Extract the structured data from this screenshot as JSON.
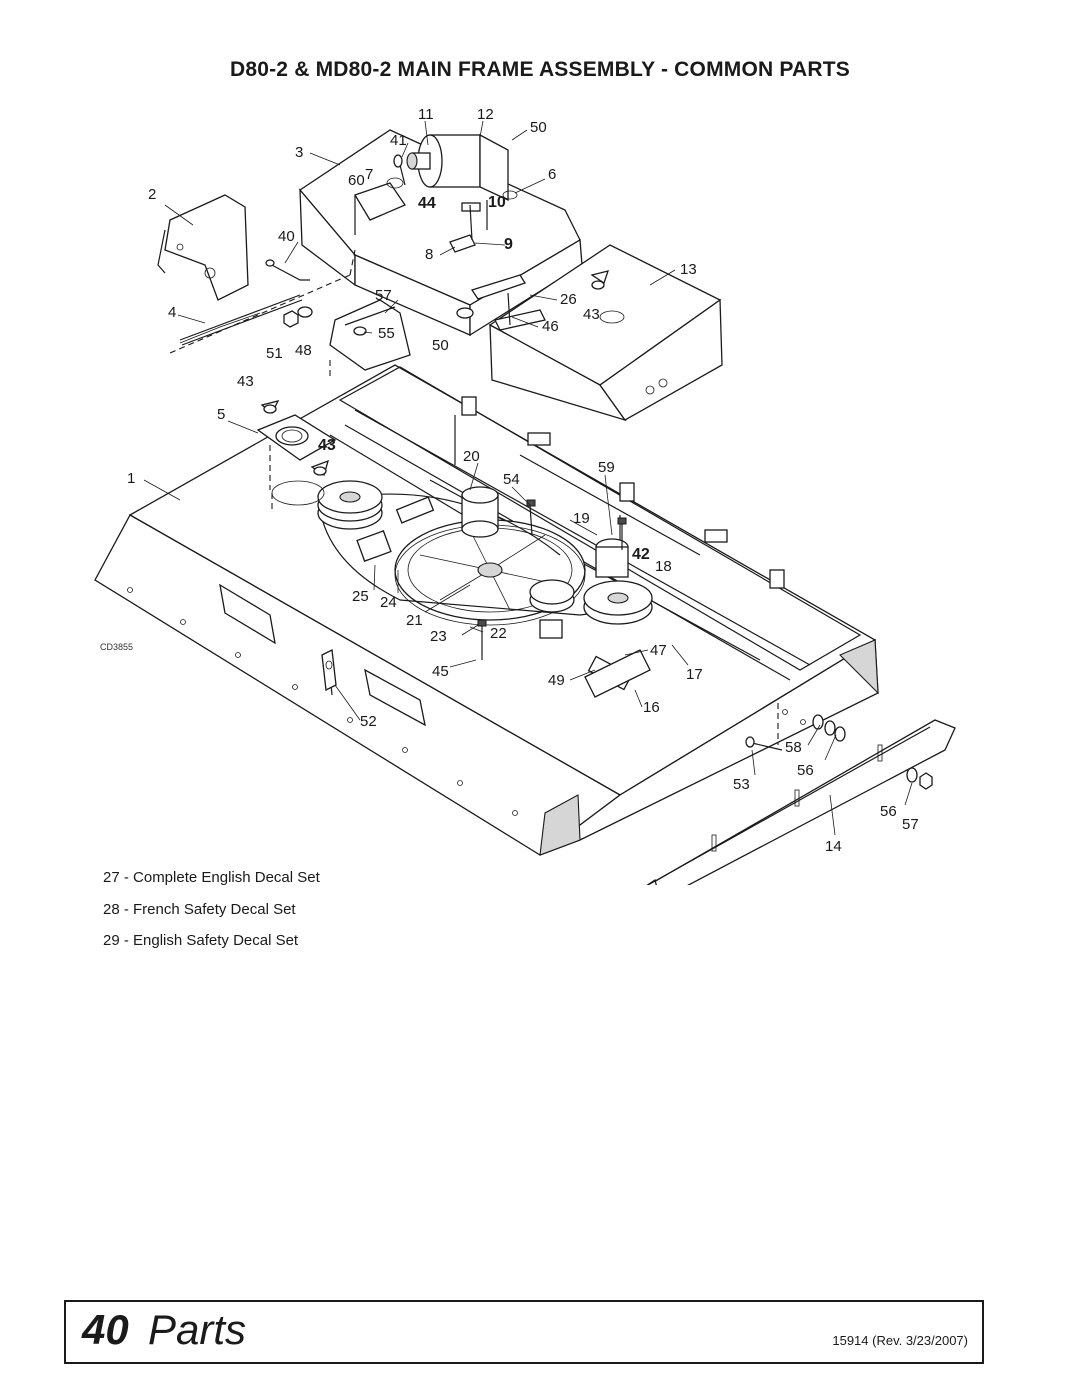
{
  "page": {
    "title": "D80-2 & MD80-2 MAIN FRAME ASSEMBLY - COMMON PARTS"
  },
  "diagram": {
    "drawing_code": "CD3855",
    "callouts": [
      "11",
      "12",
      "50",
      "41",
      "3",
      "60",
      "7",
      "6",
      "2",
      "44",
      "10",
      "40",
      "8",
      "9",
      "13",
      "57",
      "26",
      "43",
      "4",
      "55",
      "46",
      "51",
      "48",
      "50",
      "43",
      "5",
      "43",
      "1",
      "20",
      "59",
      "54",
      "19",
      "42",
      "18",
      "25",
      "24",
      "21",
      "22",
      "23",
      "47",
      "45",
      "49",
      "17",
      "16",
      "52",
      "58",
      "56",
      "53",
      "56",
      "57",
      "14"
    ]
  },
  "decal_notes": [
    "27 - Complete English Decal Set",
    "28 - French Safety Decal Set",
    "29 - English Safety Decal Set"
  ],
  "footer": {
    "page_number": "40",
    "section": "Parts",
    "doc_id": "15914 (Rev. 3/23/2007)"
  }
}
